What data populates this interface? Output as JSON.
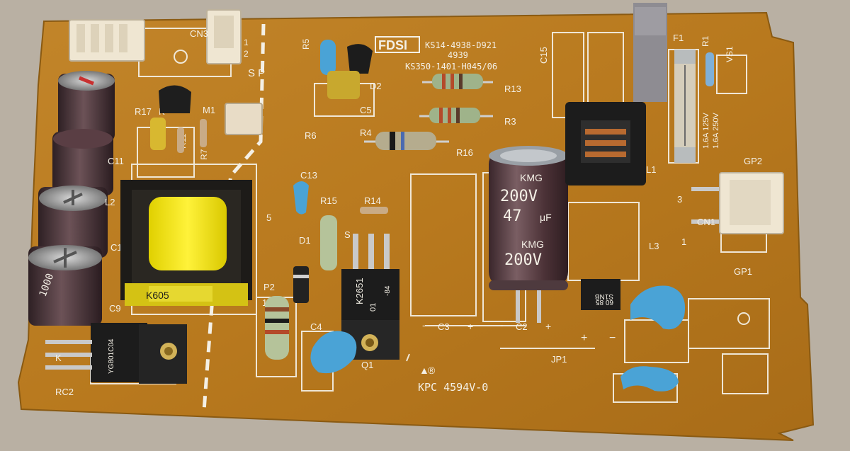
{
  "board": {
    "logo": "FDSI",
    "part_line1": "KS14-4938-D921",
    "part_line2": "4939",
    "part_line3": "KS350-1401-H045/06",
    "bottom_mark": "KPC 4594V-0",
    "ul_mark": "® ",
    "label_sp": "S P"
  },
  "refdes": {
    "cn3": "CN3",
    "cn3_pin1": "1",
    "cn3_pin2": "2",
    "r5": "R5",
    "d2": "D2",
    "r13": "R13",
    "r3": "R3",
    "r16": "R16",
    "r6": "R6",
    "r4": "R4",
    "c5": "C5",
    "c15": "C15",
    "f1": "F1",
    "r1": "R1",
    "vs1": "VS1",
    "l1": "L1",
    "gp2": "GP2",
    "cn1": "CN1",
    "cn1_pin1": "1",
    "cn1_pin3": "3",
    "gp1": "GP1",
    "l3": "L3",
    "r17": "R17",
    "k_top": "K",
    "m1": "M1",
    "r11": "R11",
    "r7": "R7",
    "c11": "C11",
    "l2": "L2",
    "c1": "C1",
    "c9": "C9",
    "rc2": "RC2",
    "k_bottom": "K",
    "c13": "C13",
    "r15": "R15",
    "r14": "R14",
    "d1": "D1",
    "s": "S",
    "p2": "P2",
    "c4": "C4",
    "q1": "Q1",
    "pin5": "5",
    "c3": "C3",
    "c2": "C2",
    "jp1": "JP1",
    "pin1_left": "1",
    "c3_minus": "-",
    "c3_plus": "+",
    "c2_minus": "-",
    "c2_plus": "+",
    "br_plus": "+",
    "br_minus": "−"
  },
  "components": {
    "cap_brand": "KMG",
    "cap_voltage": "200V",
    "cap_value": "47",
    "cap_unit": "μF",
    "cap_small_value": "1000",
    "transformer_label": "K605",
    "mosfet_label": "K2651",
    "mosfet_sub": "01",
    "mosfet_code": "-84",
    "diode_label": "YG801C04",
    "bridge_label": "S1NB",
    "bridge_sub": "60 85",
    "fuse_rating1": "1.6A 125V",
    "fuse_rating2": "1.6A 250V"
  },
  "colors": {
    "pcb": "#b8791e",
    "silkscreen": "#f4f0e6",
    "capacitor": "#4a3236",
    "ceramic_cap": "#4aa3d6",
    "transformer_tape": "#f2e31b",
    "connector": "#efe6d2",
    "black_part": "#222222"
  }
}
